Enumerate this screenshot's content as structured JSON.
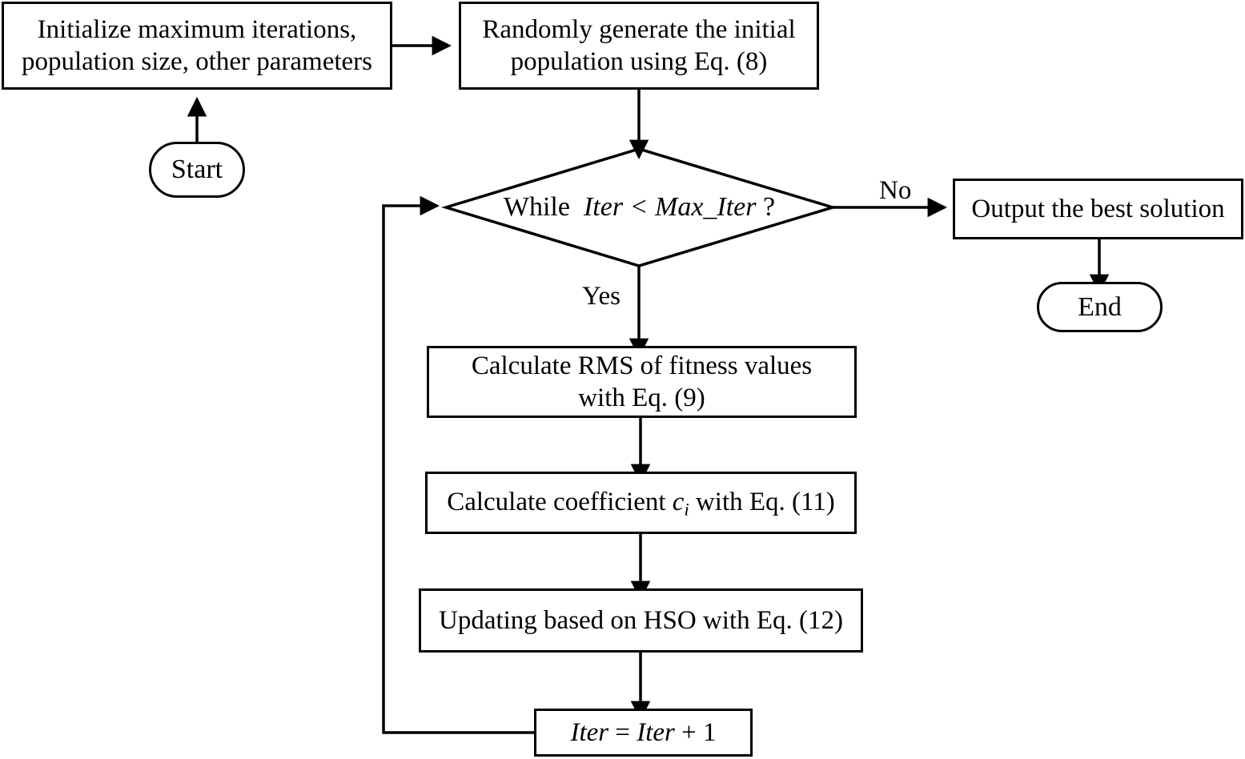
{
  "diagram": {
    "title": "HSO optimization algorithm flowchart",
    "type": "flowchart",
    "stroke_color": "#000000",
    "fill_color": "#ffffff",
    "background": "#ffffff"
  },
  "nodes": {
    "start": {
      "shape": "terminator",
      "label": "Start"
    },
    "initialize": {
      "shape": "process",
      "label": "Initialize maximum iterations,\npopulation size, other parameters"
    },
    "generate": {
      "shape": "process",
      "label": "Randomly generate the initial\npopulation using Eq. (8)"
    },
    "decision": {
      "shape": "decision",
      "label_prefix": "While",
      "label_expr": "Iter < Max_Iter",
      "label_suffix": "?"
    },
    "output": {
      "shape": "process",
      "label": "Output the best solution"
    },
    "end": {
      "shape": "terminator",
      "label": "End"
    },
    "rms": {
      "shape": "process",
      "label": "Calculate RMS of fitness values\nwith Eq. (9)"
    },
    "coefficient": {
      "shape": "process",
      "label_before": "Calculate coefficient",
      "label_var": "c",
      "label_var_sub": "i",
      "label_after": "with Eq. (11)"
    },
    "updating": {
      "shape": "process",
      "label": "Updating based on HSO with Eq. (12)"
    },
    "increment": {
      "shape": "process",
      "label_var": "Iter",
      "label_eq": "=",
      "label_var2": "Iter",
      "label_plus": "+ 1"
    }
  },
  "edge_labels": {
    "no": "No",
    "yes": "Yes"
  },
  "edges": [
    {
      "from": "start",
      "to": "initialize",
      "label": ""
    },
    {
      "from": "initialize",
      "to": "generate",
      "label": ""
    },
    {
      "from": "generate",
      "to": "decision",
      "label": ""
    },
    {
      "from": "decision",
      "to": "output",
      "label": "No"
    },
    {
      "from": "output",
      "to": "end",
      "label": ""
    },
    {
      "from": "decision",
      "to": "rms",
      "label": "Yes"
    },
    {
      "from": "rms",
      "to": "coefficient",
      "label": ""
    },
    {
      "from": "coefficient",
      "to": "updating",
      "label": ""
    },
    {
      "from": "updating",
      "to": "increment",
      "label": ""
    },
    {
      "from": "increment",
      "to": "decision",
      "label": ""
    }
  ]
}
